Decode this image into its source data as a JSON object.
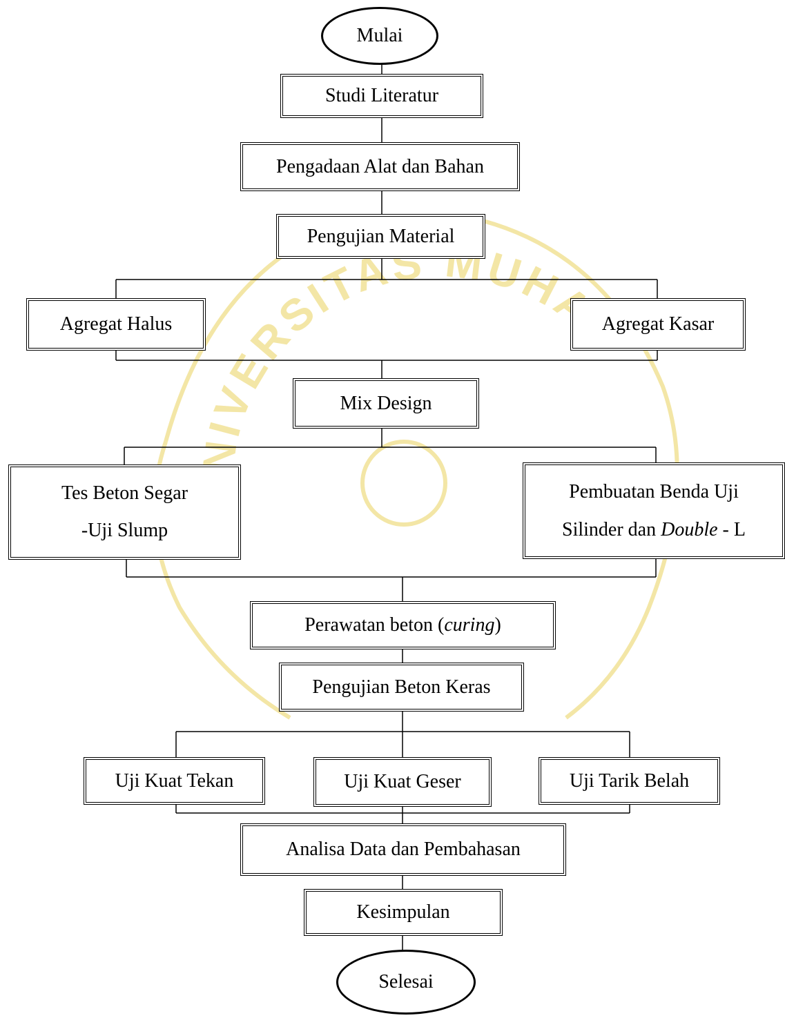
{
  "flowchart": {
    "start": "Mulai",
    "studi": "Studi Literatur",
    "pengadaan": "Pengadaan Alat dan Bahan",
    "pengujian_material": "Pengujian Material",
    "agregat_halus": "Agregat Halus",
    "agregat_kasar": "Agregat Kasar",
    "mix_design": "Mix Design",
    "tes_beton": {
      "line1": "Tes Beton Segar",
      "line2": "-Uji Slump"
    },
    "pembuatan": {
      "line1": "Pembuatan Benda Uji",
      "line2_a": "Silinder dan ",
      "line2_b": "Double",
      "line2_c": " - L"
    },
    "perawatan": {
      "a": "Perawatan beton (",
      "b": "curing",
      "c": ")"
    },
    "pengujian_beton": "Pengujian Beton Keras",
    "uji_tekan": "Uji Kuat Tekan",
    "uji_geser": "Uji Kuat Geser",
    "uji_tarik": "Uji Tarik Belah",
    "analisa": "Analisa Data dan Pembahasan",
    "kesimpulan": "Kesimpulan",
    "end": "Selesai"
  },
  "watermark": {
    "text": "UNIVERSITAS MUHAMMADIYAH MATARAM",
    "color": "#f3e6a6"
  }
}
